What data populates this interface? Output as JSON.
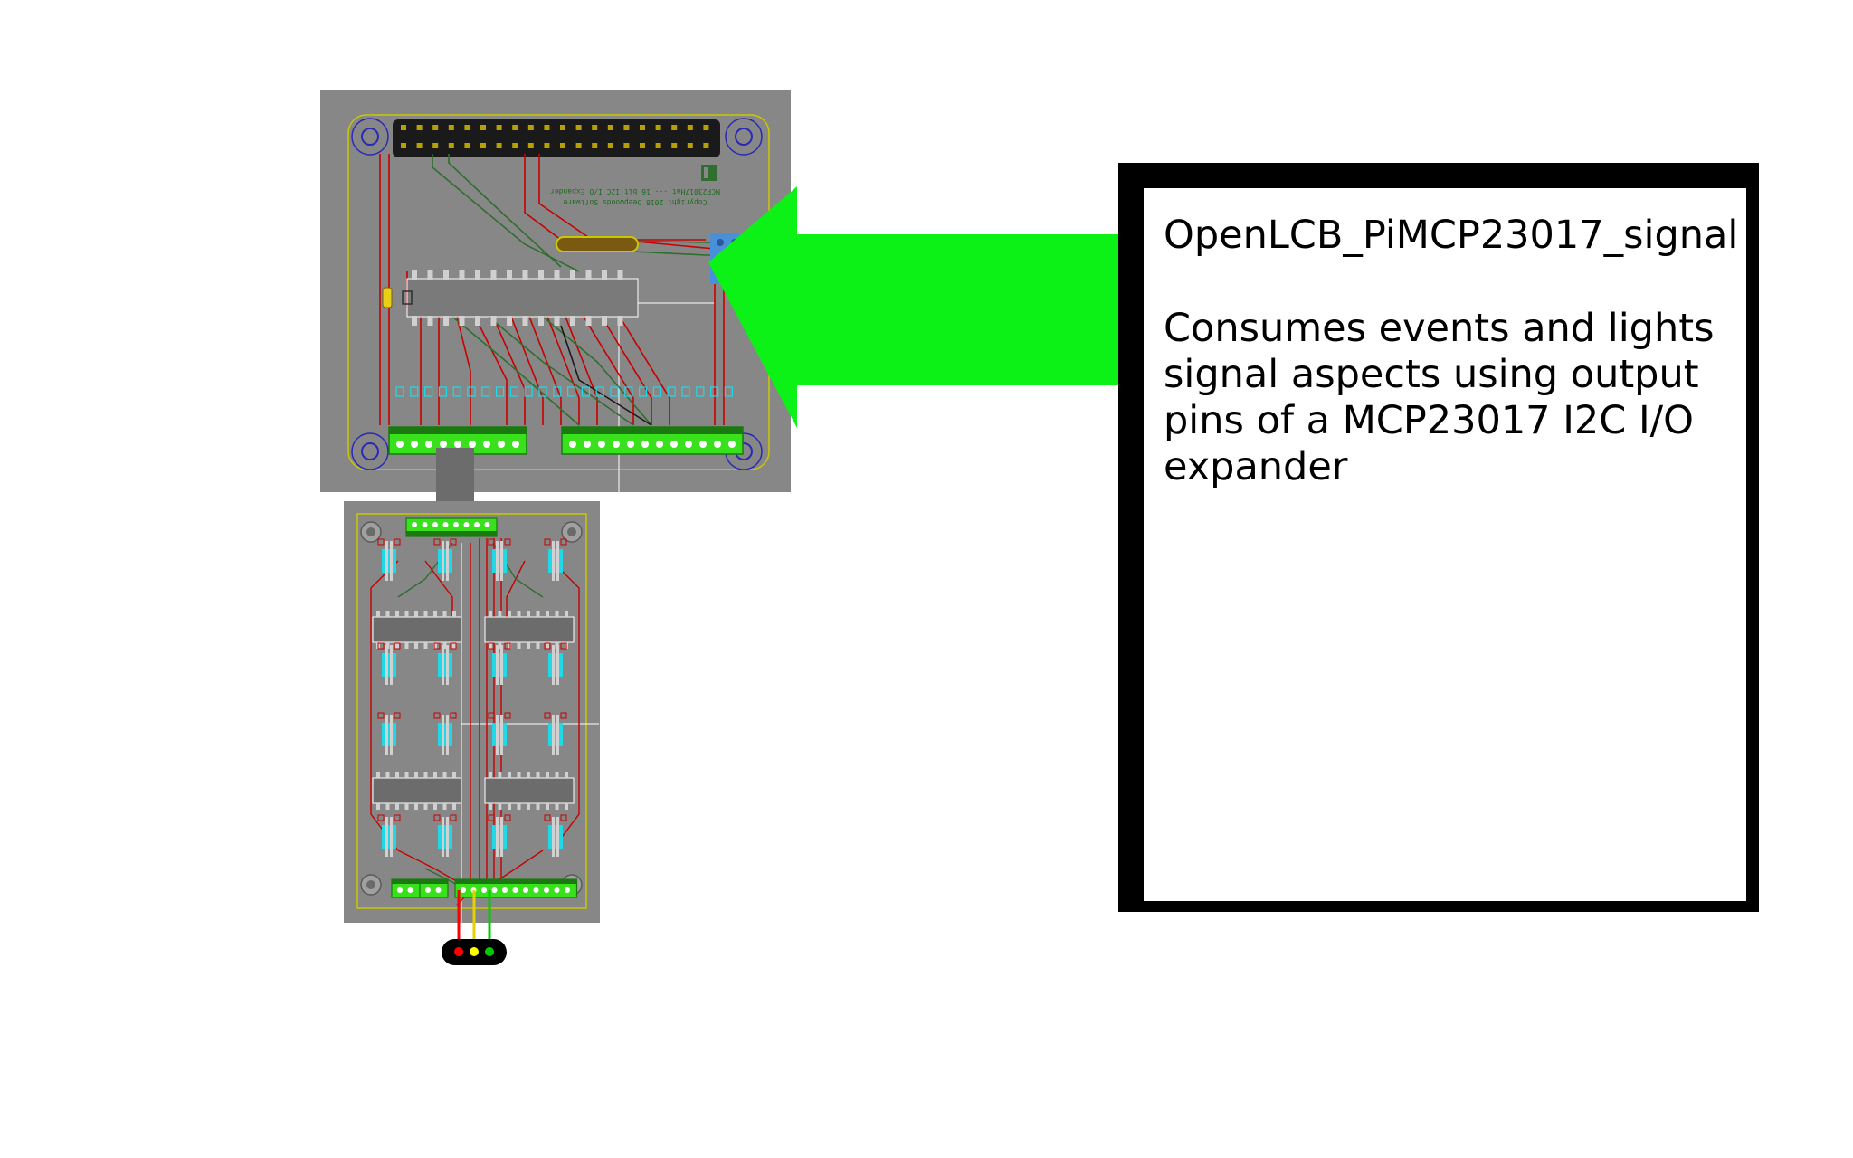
{
  "callout": {
    "title": "OpenLCB_PiMCP23017_signal",
    "description": "Consumes events and lights signal aspects using output pins of a MCP23017 I2C I/O expander"
  },
  "board_top": {
    "silkscreen_line1": "MCP23017Hat --- 16 bit I2C I/O Expander",
    "silkscreen_line2": "Copyright 2018 Deepwoods Software"
  },
  "colors": {
    "board": "#878787",
    "board_edge": "#c8c800",
    "trace_red": "#c80000",
    "trace_green": "#2f6e2f",
    "terminal_green": "#39e11d",
    "led_cyan": "#21d9e6",
    "arrow_green": "#0cf216",
    "mount_hole_blue": "#2a2ab4",
    "signal_red": "#ff0000",
    "signal_yellow": "#ffff00",
    "signal_green": "#00cc00"
  },
  "icons": {
    "arrow": "left-pointing-arrow",
    "signal": "three-aspect-signal-head"
  }
}
